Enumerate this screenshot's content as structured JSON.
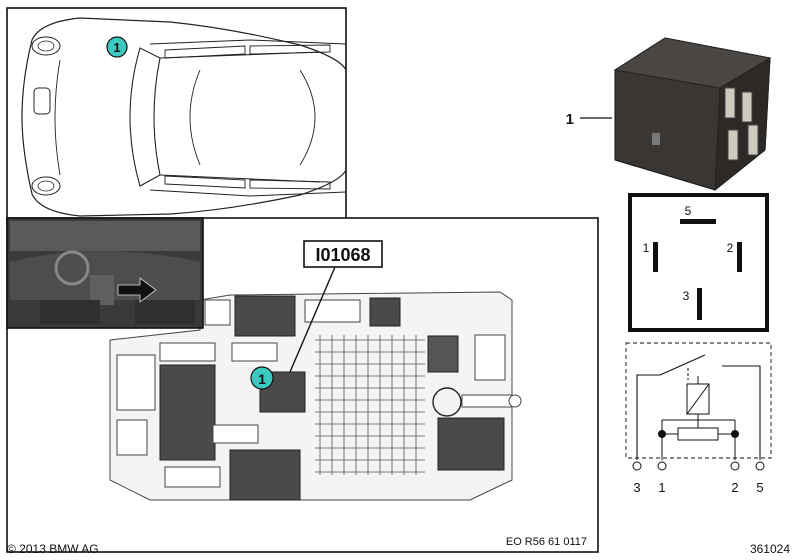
{
  "part_code": "I01068",
  "callout_number": "1",
  "relay_label": "1",
  "pin_diagram": {
    "pin5": "5",
    "pin1": "1",
    "pin2": "2",
    "pin3": "3"
  },
  "circuit_terminals": [
    "3",
    "1",
    "2",
    "5"
  ],
  "copyright": "© 2013 BMW AG",
  "reference": "EO R56 61 0117",
  "image_number": "361024",
  "colors": {
    "callout_fill": "#3cc9c0",
    "relay_body": "#3a3634",
    "module_dark": "#4a4a4a"
  }
}
